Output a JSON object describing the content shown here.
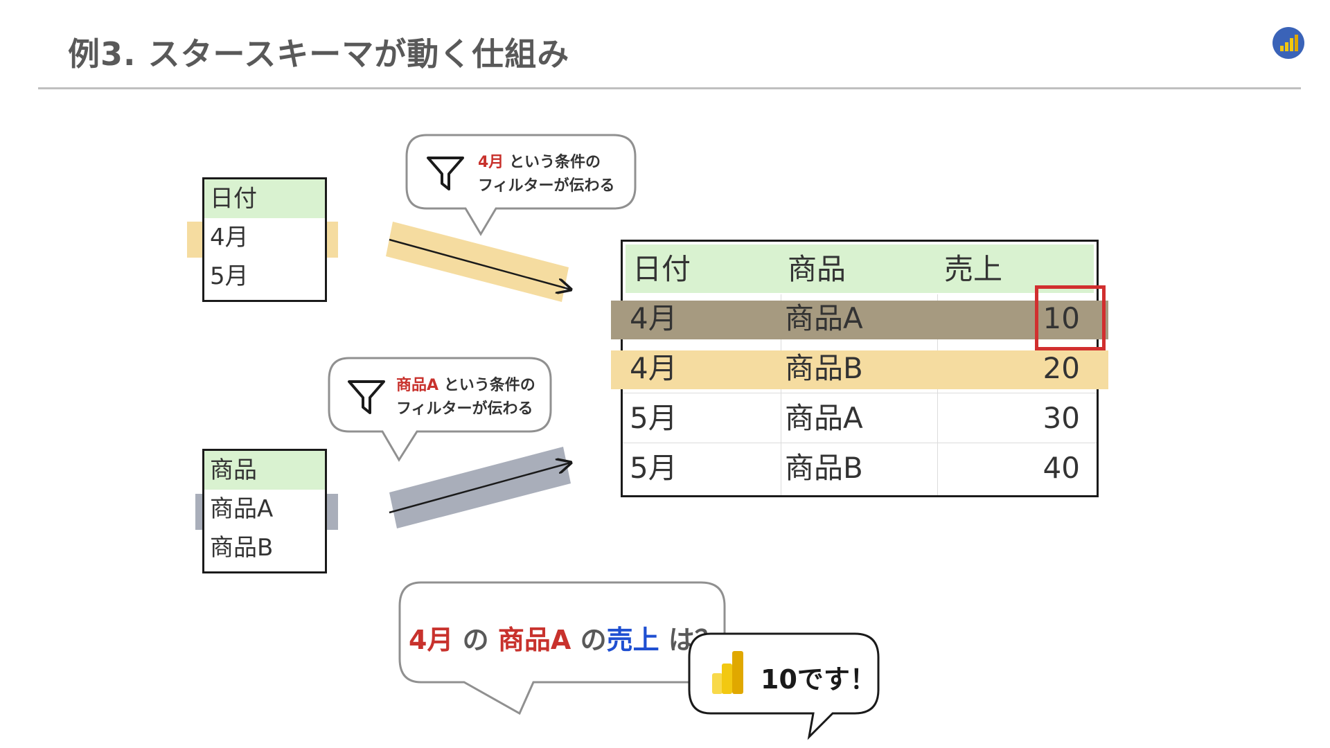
{
  "slide": {
    "title": "例3. スタースキーマが動く仕組み"
  },
  "colors": {
    "header_green": "#d9f2d0",
    "highlight_yellow": "#f5dca0",
    "highlight_gray": "#a9aeba",
    "highlight_brown": "#a69a80",
    "accent_red": "#c8322d",
    "accent_blue": "#1f4fd1",
    "frame_red": "#d12f2f"
  },
  "date_table": {
    "header": "日付",
    "rows": [
      "4月",
      "5月"
    ],
    "selected": "4月"
  },
  "product_table": {
    "header": "商品",
    "rows": [
      "商品A",
      "商品B"
    ],
    "selected": "商品A"
  },
  "bubble_date": {
    "value": "4月",
    "suffix": " という条件の",
    "line2": "フィルターが伝わる",
    "icon": "filter-icon"
  },
  "bubble_product": {
    "value": "商品A",
    "suffix": " という条件の",
    "line2": "フィルターが伝わる",
    "icon": "filter-icon"
  },
  "fact_table": {
    "headers": [
      "日付",
      "商品",
      "売上"
    ],
    "rows": [
      [
        "4月",
        "商品A",
        "10"
      ],
      [
        "4月",
        "商品B",
        "20"
      ],
      [
        "5月",
        "商品A",
        "30"
      ],
      [
        "5月",
        "商品B",
        "40"
      ]
    ]
  },
  "question": {
    "part1": "4月",
    "sep1": " の ",
    "part2": "商品A",
    "sep2": " の",
    "part3": "売上",
    "end": " は？"
  },
  "answer": {
    "text": "10です！",
    "icon": "power-bi-icon"
  }
}
